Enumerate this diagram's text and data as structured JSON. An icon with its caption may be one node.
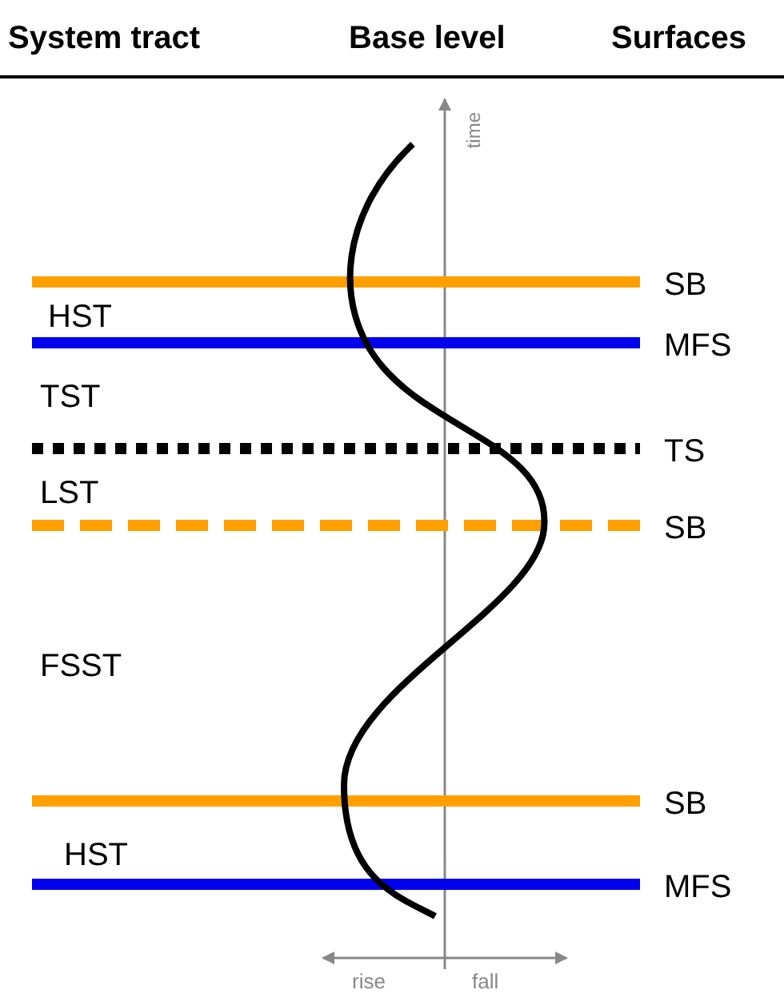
{
  "diagram": {
    "labels": [
      "System tract",
      "Base level",
      "Surfaces",
      "time",
      "SB",
      "HST",
      "MFS",
      "TST",
      "TS",
      "LST",
      "SB",
      "FSST",
      "SB",
      "HST",
      "MFS",
      "rise",
      "fall"
    ]
  }
}
